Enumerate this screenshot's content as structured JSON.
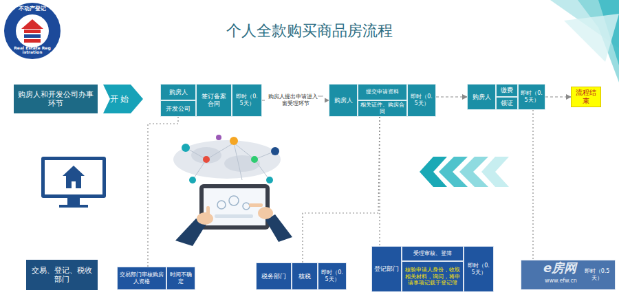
{
  "diagram": {
    "title": "个人全款购买商品房流程",
    "nodes": [
      {
        "text": [
          "不动产登记",
          "Real Estate Registration"
        ]
      },
      {
        "text": [
          "购房人和开发公司办事环节"
        ]
      },
      {
        "text": [
          "开 始"
        ]
      },
      {
        "text": [
          "购房人"
        ]
      },
      {
        "text": [
          "开发公司"
        ]
      },
      {
        "text": [
          "签订备案合同"
        ]
      },
      {
        "text": [
          "即时（0.5天）"
        ]
      },
      {
        "text": [
          "购房人"
        ]
      },
      {
        "text": [
          "提交申请资料"
        ]
      },
      {
        "text": [
          "相关证件、购房合同"
        ]
      },
      {
        "text": [
          "即时（0.5天）"
        ]
      },
      {
        "text": [
          "购房人"
        ]
      },
      {
        "text": [
          "缴费"
        ]
      },
      {
        "text": [
          "领证"
        ]
      },
      {
        "text": [
          "即时（0.5天）"
        ]
      },
      {
        "text": [
          "流程结束"
        ]
      },
      {
        "text": [
          "交易、登记、税收部门"
        ]
      },
      {
        "text": [
          "交易部门审核购房人资格"
        ]
      },
      {
        "text": [
          "时间不确定"
        ]
      },
      {
        "text": [
          "税务部门"
        ]
      },
      {
        "text": [
          "核税"
        ]
      },
      {
        "text": [
          "即时（0.5天）"
        ]
      },
      {
        "text": [
          "登记部门"
        ]
      },
      {
        "text": [
          "受理审核、登簿"
        ]
      },
      {
        "text": [
          "核验申请人身份，收取相关材料，询问，将申请事项记载于登记簿"
        ]
      },
      {
        "text": [
          "即时（0.5天）"
        ]
      },
      {
        "text": [
          "即时（0.5天）"
        ]
      }
    ],
    "edges": [
      {
        "from": 6,
        "to": 7,
        "arrow": "to",
        "label": "购房人提出申请进入一窗受理环节"
      },
      {
        "from": 10,
        "to": 11,
        "arrow": "to"
      },
      {
        "from": 14,
        "to": 15,
        "arrow": "to"
      },
      {
        "from": 4,
        "to": 17,
        "arrow": "none"
      },
      {
        "from": 9,
        "to": 20,
        "arrow": "none"
      },
      {
        "from": 9,
        "to": 22,
        "arrow": "none"
      },
      {
        "from": 14,
        "to": 26,
        "arrow": "none"
      }
    ],
    "labels": [
      "e房网",
      "www.efw.cn"
    ]
  }
}
